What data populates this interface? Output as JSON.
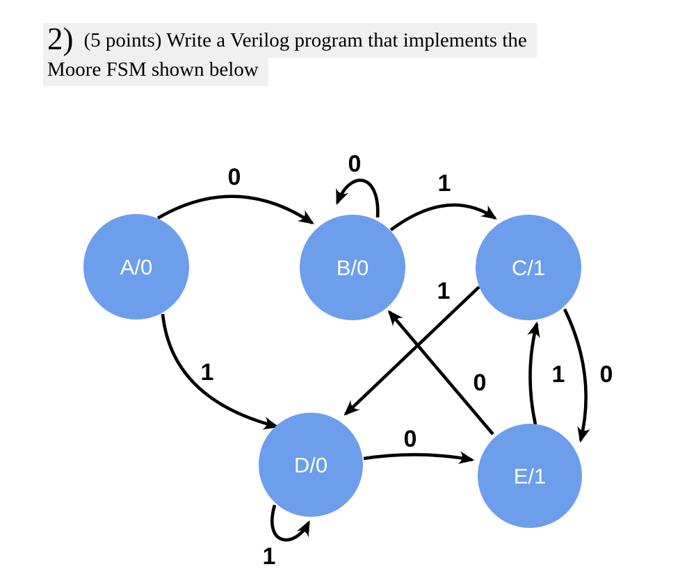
{
  "question": {
    "number": "2)",
    "line1": "(5 points) Write a Verilog program that implements the",
    "line2": "Moore FSM shown below"
  },
  "colors": {
    "page_bg": "#ffffff",
    "node_fill": "#6d9eeb",
    "node_text": "#ffffff",
    "edge_color": "#000000",
    "highlight": "#f0f0f0",
    "text_color": "#000000"
  },
  "diagram": {
    "type": "moore-fsm-state-diagram",
    "states": [
      {
        "id": "A",
        "label": "A/0",
        "output": "0"
      },
      {
        "id": "B",
        "label": "B/0",
        "output": "0"
      },
      {
        "id": "C",
        "label": "C/1",
        "output": "1"
      },
      {
        "id": "D",
        "label": "D/0",
        "output": "0"
      },
      {
        "id": "E",
        "label": "E/1",
        "output": "1"
      }
    ],
    "transitions": [
      {
        "from": "A",
        "to": "B",
        "input": "0"
      },
      {
        "from": "B",
        "to": "B",
        "input": "0"
      },
      {
        "from": "B",
        "to": "C",
        "input": "1"
      },
      {
        "from": "A",
        "to": "D",
        "input": "1"
      },
      {
        "from": "C",
        "to": "D",
        "input": "1"
      },
      {
        "from": "E",
        "to": "B",
        "input": "0"
      },
      {
        "from": "D",
        "to": "E",
        "input": "0"
      },
      {
        "from": "E",
        "to": "C",
        "input": "1"
      },
      {
        "from": "C",
        "to": "E",
        "input": "0"
      },
      {
        "from": "D",
        "to": "D",
        "input": "1"
      }
    ]
  }
}
